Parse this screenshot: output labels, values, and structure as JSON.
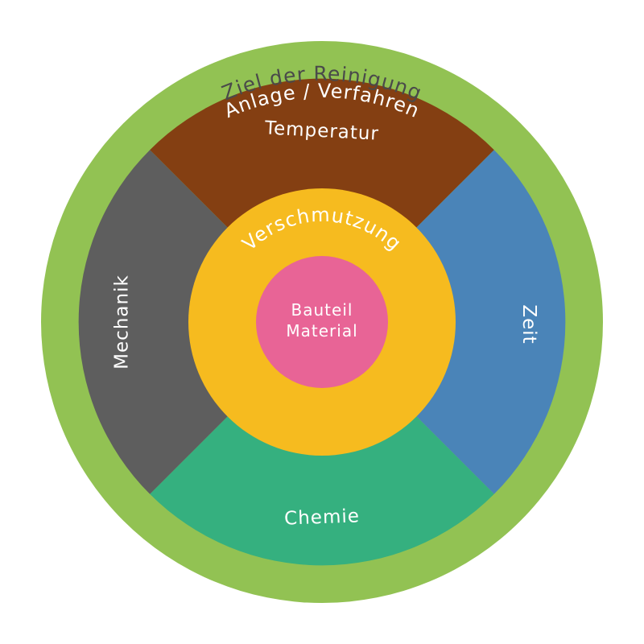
{
  "diagram": {
    "outer_label": "Ziel der Reinigung",
    "ring_label": "Anlage / Verfahren",
    "sectors": [
      {
        "key": "top",
        "label": "Temperatur",
        "color": "#843f12"
      },
      {
        "key": "right",
        "label": "Zeit",
        "color": "#4a84b8"
      },
      {
        "key": "bottom",
        "label": "Chemie",
        "color": "#35b07f"
      },
      {
        "key": "left",
        "label": "Mechanik",
        "color": "#5e5e5e"
      }
    ],
    "inner_label": "Verschmutzung",
    "core_lines": [
      "Bauteil",
      "Material"
    ],
    "colors": {
      "ring": "#92c253",
      "inner": "#f6bb1f",
      "core": "#e86496",
      "outer_text": "#4a4a4a"
    }
  }
}
